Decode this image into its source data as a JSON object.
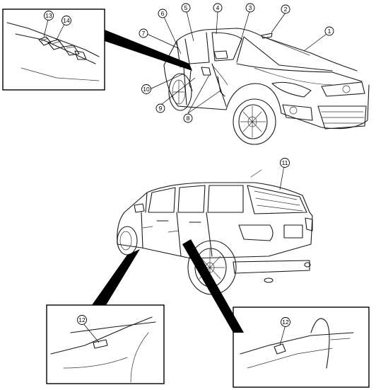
{
  "callouts": [
    {
      "id": "c1",
      "label": "1"
    },
    {
      "id": "c2",
      "label": "2"
    },
    {
      "id": "c3",
      "label": "3"
    },
    {
      "id": "c4",
      "label": "4"
    },
    {
      "id": "c5",
      "label": "5"
    },
    {
      "id": "c6",
      "label": "6"
    },
    {
      "id": "c7",
      "label": "7"
    },
    {
      "id": "c8",
      "label": "8"
    },
    {
      "id": "c9",
      "label": "9"
    },
    {
      "id": "c10",
      "label": "10"
    },
    {
      "id": "c11",
      "label": "11"
    },
    {
      "id": "c12a",
      "label": "12"
    },
    {
      "id": "c12b",
      "label": "12"
    },
    {
      "id": "c13",
      "label": "13"
    },
    {
      "id": "c14",
      "label": "14"
    }
  ]
}
